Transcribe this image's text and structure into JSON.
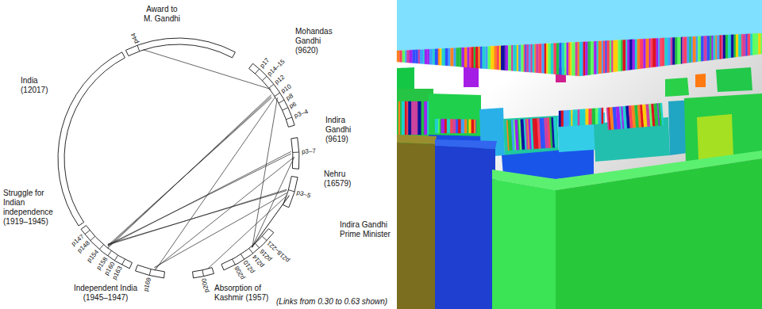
{
  "diagram": {
    "caption": "(Links from 0.30 to 0.63 shown)",
    "nodes": [
      {
        "text": [
          "Award to M. Gandhi"
        ]
      },
      {
        "text": [
          "India (12017)"
        ]
      },
      {
        "text": [
          "Mohandas Gandhi (9620)"
        ]
      },
      {
        "text": [
          "Indira Gandhi (9619)"
        ]
      },
      {
        "text": [
          "Nehru (16579)"
        ]
      },
      {
        "text": [
          "Indira Gandhi Prime Minister"
        ]
      },
      {
        "text": [
          "Absorption of Kashmir (1957)"
        ]
      },
      {
        "text": [
          "Independent India (1945–1947)"
        ]
      },
      {
        "text": [
          "Struggle for Indian independence (1919–1945)"
        ]
      }
    ],
    "edges": [
      {
        "from": 0,
        "to": 2,
        "arrow": "none"
      },
      {
        "from": 2,
        "to": 8,
        "arrow": "none"
      },
      {
        "from": 2,
        "to": 8,
        "arrow": "none"
      },
      {
        "from": 2,
        "to": 8,
        "arrow": "none"
      },
      {
        "from": 2,
        "to": 7,
        "arrow": "none"
      },
      {
        "from": 2,
        "to": 5,
        "arrow": "none"
      },
      {
        "from": 3,
        "to": 8,
        "arrow": "none"
      },
      {
        "from": 3,
        "to": 8,
        "arrow": "none"
      },
      {
        "from": 3,
        "to": 5,
        "arrow": "none"
      },
      {
        "from": 3,
        "to": 7,
        "arrow": "none"
      },
      {
        "from": 4,
        "to": 8,
        "arrow": "none"
      },
      {
        "from": 4,
        "to": 8,
        "arrow": "none"
      },
      {
        "from": 4,
        "to": 7,
        "arrow": "none"
      },
      {
        "from": 4,
        "to": 6,
        "arrow": "none"
      },
      {
        "from": 4,
        "to": 5,
        "arrow": "none"
      },
      {
        "from": 4,
        "to": 5,
        "arrow": "none"
      }
    ],
    "labels": [
      "p44",
      "p17",
      "p14–15",
      "p12",
      "p10",
      "p8",
      "p6",
      "p3–4",
      "p3–7",
      "p3–5",
      "p218–221",
      "p216",
      "p214",
      "p210",
      "p208",
      "p200",
      "p169",
      "p163",
      "p160",
      "p158",
      "p154",
      "p148",
      "p147"
    ]
  }
}
